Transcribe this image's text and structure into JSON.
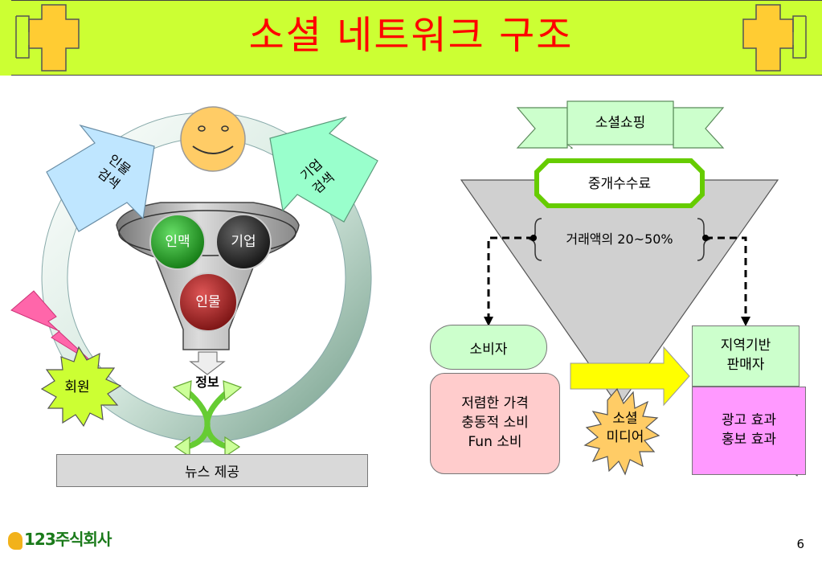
{
  "title": "소셜 네트워크 구조",
  "left": {
    "arrow_left_label": "인물\n검색",
    "arrow_right_label": "기업\n검색",
    "ball_green": "인맥",
    "ball_black": "기업",
    "ball_red": "인물",
    "info_label": "정보",
    "member_label": "회원",
    "news_label": "뉴스 제공"
  },
  "right": {
    "banner_label": "소셜쇼핑",
    "fee_label": "중개수수료",
    "ratio_label": "거래액의 20~50%",
    "consumer_label": "소비자",
    "consumer_traits": [
      "저렴한 가격",
      "충동적 소비",
      "Fun 소비"
    ],
    "social_media_label": [
      "소셜",
      "미디어"
    ],
    "seller_label": [
      "지역기반",
      "판매자"
    ],
    "seller_effects": [
      "광고 효과",
      "홍보 효과"
    ]
  },
  "footer": {
    "logo_text": "123주식회사",
    "page_number": "6"
  },
  "colors": {
    "title_band": "#ccff33",
    "title_text": "#ff0000",
    "cross": "#ffcc33",
    "light_blue": "#bfe6ff",
    "light_green_arrow": "#99ffcc",
    "consumer_pill": "#ccffcc",
    "consumer_box": "#ffcccc",
    "seller_box": "#ccffcc",
    "effects_box": "#ff99ff",
    "yellow": "#ffff00",
    "starburst": "#ffcc66"
  }
}
